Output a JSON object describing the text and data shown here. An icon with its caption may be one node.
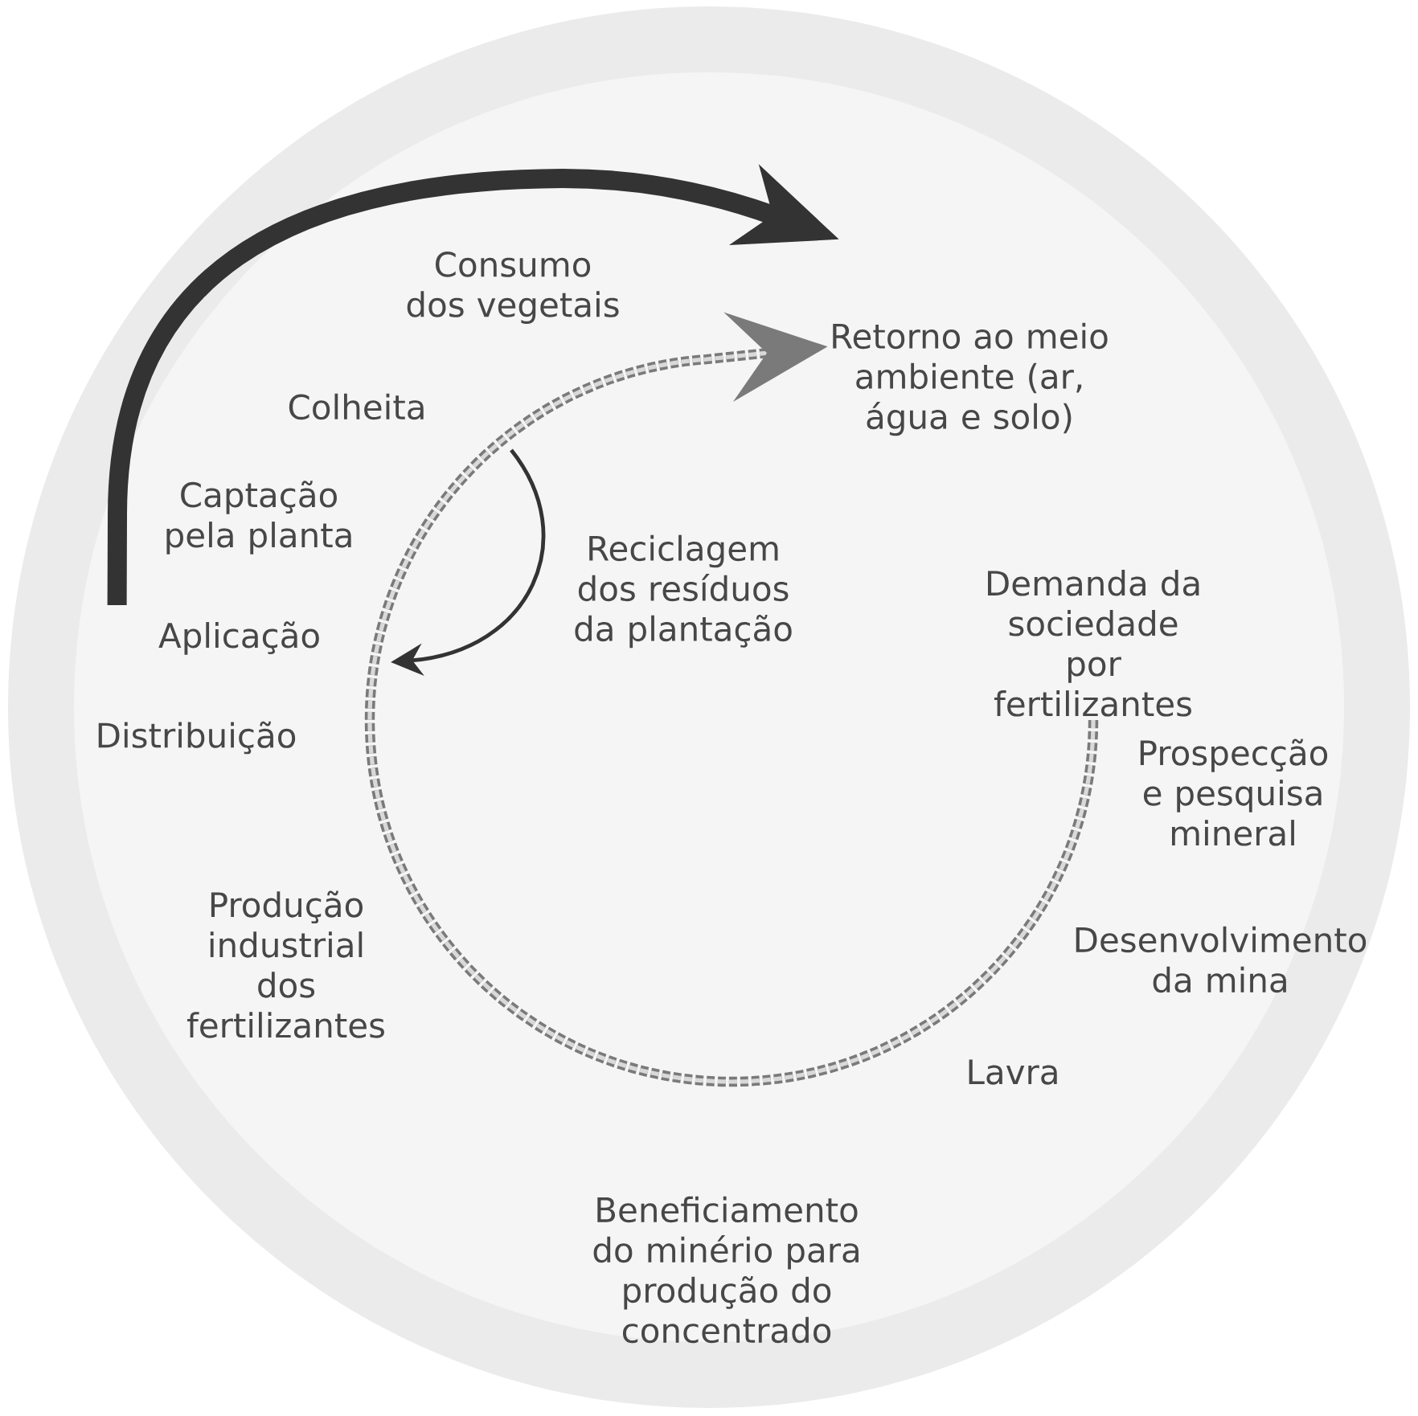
{
  "diagram": {
    "nodes": [
      {
        "text": [
          "Retorno ao meio ambiente (ar, água e solo)"
        ]
      },
      {
        "text": [
          "Demanda da sociedade por fertilizantes"
        ]
      },
      {
        "text": [
          "Aplicação"
        ]
      }
    ],
    "edges": [
      {
        "from": 1,
        "to": 0,
        "arrow": "to",
        "style": "dashed",
        "color": "#7a7a7a"
      },
      {
        "from": 2,
        "to": null,
        "arrow": "to",
        "style": "thick",
        "color": "#333333"
      }
    ],
    "labels": [
      "Consumo dos vegetais",
      "Colheita",
      "Captação pela planta",
      "Reciclagem dos resíduos da plantação",
      "Distribuição",
      "Prospecção e pesquisa mineral",
      "Desenvolvimento da mina",
      "Produção industrial dos fertilizantes",
      "Lavra",
      "Beneficiamento do minério para produção do concentrado"
    ]
  }
}
